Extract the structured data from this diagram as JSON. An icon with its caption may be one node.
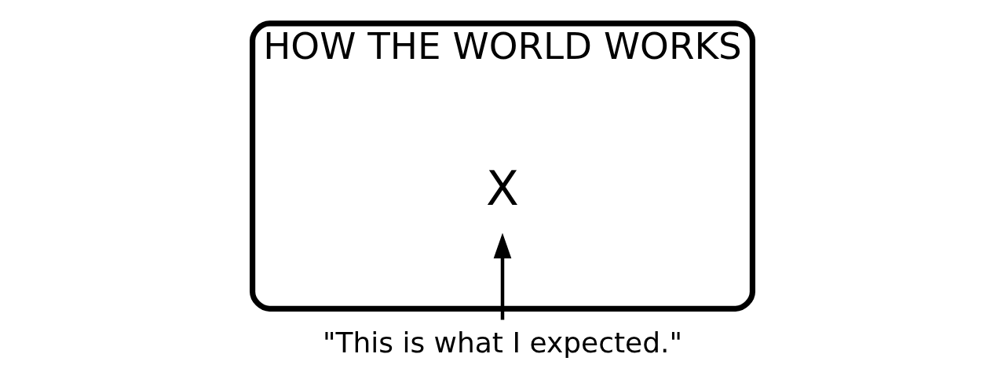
{
  "diagram": {
    "nodes": [
      {
        "text": [
          "HOW THE WORLD WORKS"
        ]
      },
      {
        "text": [
          "X"
        ],
        "in": 0
      },
      {
        "text": [
          "\"This is what I expected.\""
        ]
      }
    ],
    "edges": [
      {
        "from": 2,
        "to": 1,
        "arrow": "to"
      }
    ]
  }
}
